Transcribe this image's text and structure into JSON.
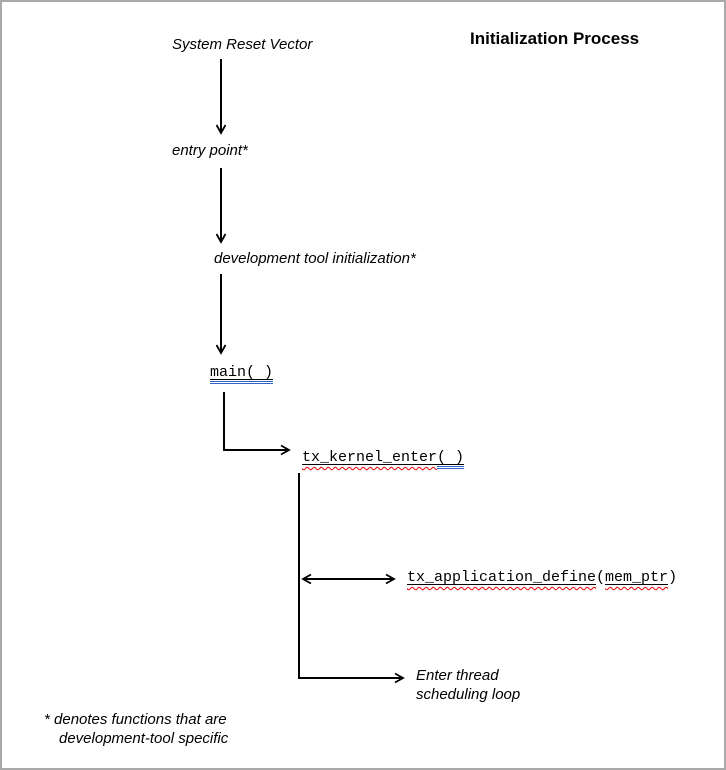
{
  "diagram": {
    "title": "Initialization Process",
    "nodes": {
      "system_reset_vector": "System Reset Vector",
      "entry_point": "entry point*",
      "dev_tool_init": "development tool initialization*",
      "main_label": "main( )",
      "kernel_enter_name": "tx_kernel_enter",
      "kernel_enter_args": "( )",
      "app_define_name": "tx_application_define",
      "app_define_open": "(",
      "app_define_arg": "mem_ptr",
      "app_define_close": ")",
      "enter_thread_l1": "Enter thread",
      "enter_thread_l2": "scheduling loop"
    },
    "footnote": {
      "line1": "* denotes functions that are",
      "line2": "development-tool specific"
    },
    "colors": {
      "ink": "#000000",
      "spellcheck_red": "#e50000",
      "link_double_blue": "#3565c8",
      "frame_gray": "#a9a9a9"
    }
  }
}
